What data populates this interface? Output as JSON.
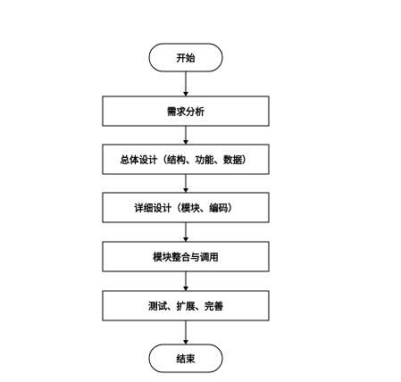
{
  "flowchart": {
    "start": "开始",
    "steps": [
      "需求分析",
      "总体设计（结构、功能、数据）",
      "详细设计（模块、编码）",
      "模块整合与调用",
      "测试、扩展、完善"
    ],
    "end": "结束"
  },
  "colors": {
    "background": "#ffffff",
    "stroke": "#000000",
    "text": "#000000"
  }
}
